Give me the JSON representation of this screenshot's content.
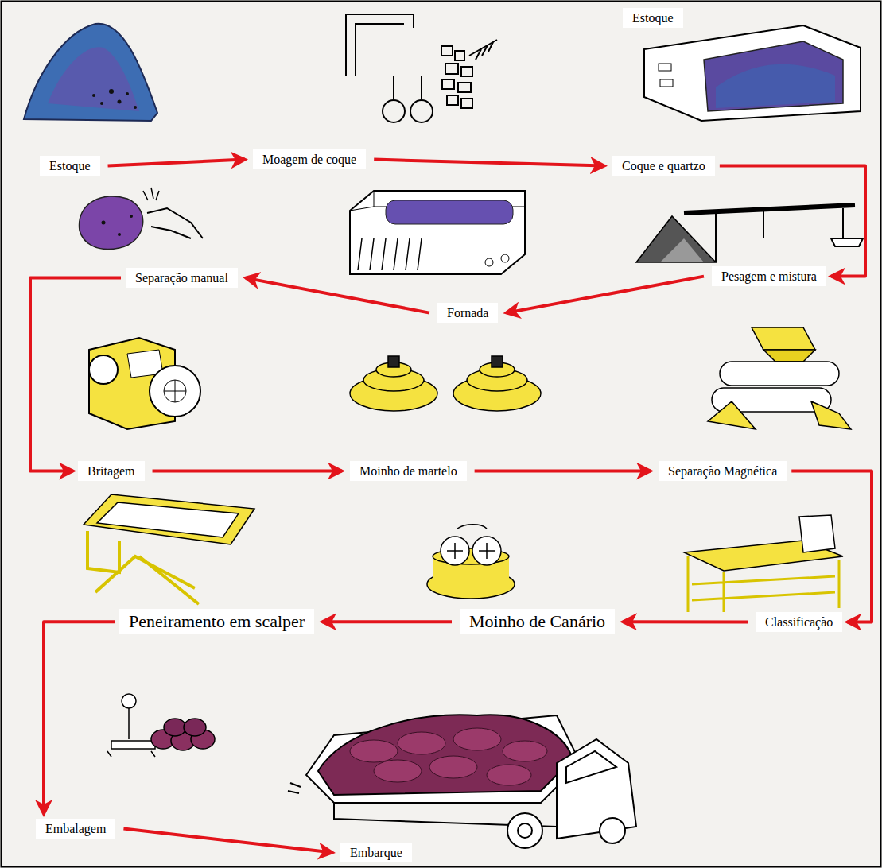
{
  "diagram": {
    "nodes": [
      {
        "text": [
          "Estoque"
        ]
      },
      {
        "text": [
          "Moagem de coque"
        ]
      },
      {
        "text": [
          "Coque e quartzo"
        ]
      },
      {
        "text": [
          "Pesagem e mistura"
        ]
      },
      {
        "text": [
          "Fornada"
        ]
      },
      {
        "text": [
          "Separação manual"
        ]
      },
      {
        "text": [
          "Britagem"
        ]
      },
      {
        "text": [
          "Moinho de martelo"
        ]
      },
      {
        "text": [
          "Separação Magnética"
        ]
      },
      {
        "text": [
          "Classificação"
        ]
      },
      {
        "text": [
          "Moinho de Canário"
        ]
      },
      {
        "text": [
          "Peneiramento em scalper"
        ]
      },
      {
        "text": [
          "Embalagem"
        ]
      },
      {
        "text": [
          "Embarque"
        ]
      }
    ],
    "edges": [
      {
        "from": 0,
        "to": 1,
        "arrow": "to"
      },
      {
        "from": 1,
        "to": 2,
        "arrow": "to"
      },
      {
        "from": 2,
        "to": 3,
        "arrow": "to"
      },
      {
        "from": 3,
        "to": 4,
        "arrow": "to"
      },
      {
        "from": 4,
        "to": 5,
        "arrow": "to"
      },
      {
        "from": 5,
        "to": 6,
        "arrow": "to"
      },
      {
        "from": 6,
        "to": 7,
        "arrow": "to"
      },
      {
        "from": 7,
        "to": 8,
        "arrow": "to"
      },
      {
        "from": 8,
        "to": 9,
        "arrow": "to"
      },
      {
        "from": 9,
        "to": 10,
        "arrow": "to"
      },
      {
        "from": 10,
        "to": 11,
        "arrow": "to"
      },
      {
        "from": 11,
        "to": 12,
        "arrow": "to"
      },
      {
        "from": 12,
        "to": 13,
        "arrow": "to"
      }
    ],
    "labels": [
      "Estoque"
    ]
  }
}
